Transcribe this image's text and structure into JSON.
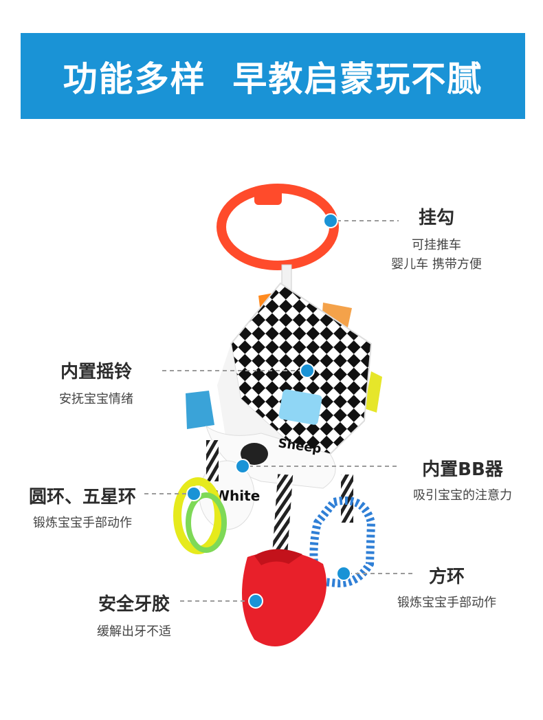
{
  "banner": {
    "title": "功能多样  早教启蒙玩不腻",
    "color": "#1a93d6"
  },
  "accent": {
    "dot_color": "#1a93d6",
    "ring_color": "#ff4b2b",
    "teether_color": "#e8202a"
  },
  "callouts": {
    "hook": {
      "title": "挂勾",
      "desc1": "可挂推车",
      "desc2": "婴儿车 携带方便"
    },
    "rattle": {
      "title": "内置摇铃",
      "desc1": "安抚宝宝情绪"
    },
    "bb": {
      "title": "内置BB器",
      "desc1": "吸引宝宝的注意力"
    },
    "rings": {
      "title": "圆环、五星环",
      "desc1": "锻炼宝宝手部动作"
    },
    "square_ring": {
      "title": "方环",
      "desc1": "锻炼宝宝手部动作"
    },
    "teether": {
      "title": "安全牙胶",
      "desc1": "缓解出牙不适"
    }
  },
  "toy_labels": {
    "sheep": "Sheep",
    "white": "White"
  },
  "icons": [
    "callout-dot-icon"
  ]
}
